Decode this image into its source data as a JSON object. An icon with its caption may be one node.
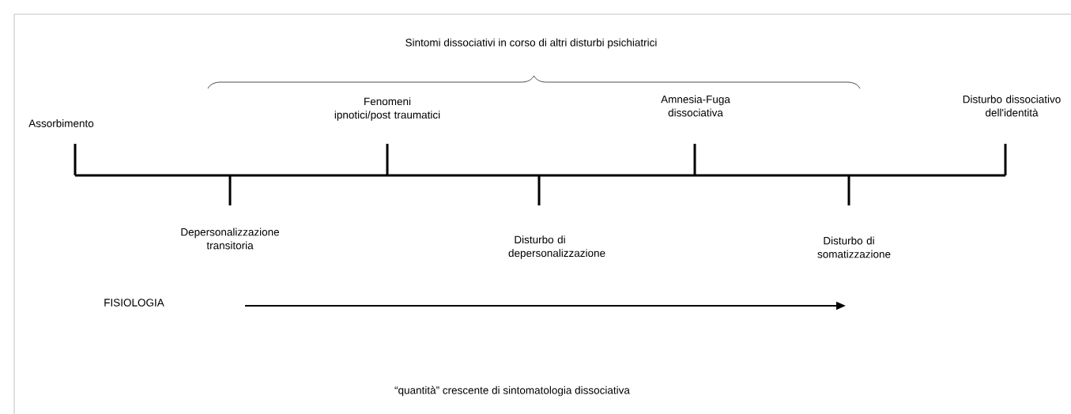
{
  "diagram": {
    "labels": [
      "Sintomi dissociativi in corso di altri disturbi psichiatrici",
      "Fenomeni ipnotici/post traumatici",
      "Amnesia-Fuga dissociativa",
      "Disturbo dissociativo dell'identità",
      "Assorbimento",
      "Depersonalizzazione transitoria",
      "Disturbo di depersonalizzazione",
      "Disturbo di somatizzazione",
      "FISIOLOGIA",
      "“quantità” crescente di sintomatologia dissociativa"
    ]
  }
}
